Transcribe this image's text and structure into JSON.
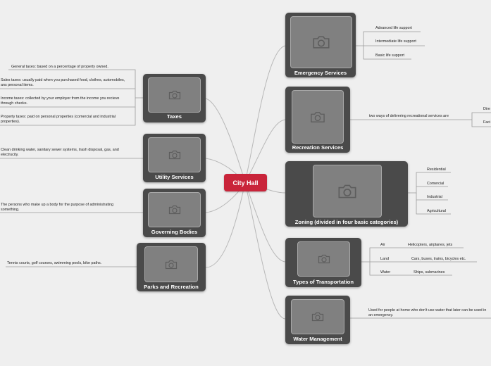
{
  "central": {
    "label": "City Hall"
  },
  "topics": {
    "taxes": {
      "label": "Taxes",
      "children": [
        "General taxes: based on a percentage of property owned.",
        "Sales taxes: usually paid when you purchased food, clothes, automobiles, ans personal items.",
        "Income taxes: collected by your employer from the income you recieve through checks.",
        "Property taxes: paid on personal properties (comercial and industrial properties)."
      ]
    },
    "utility": {
      "label": "Utility Services",
      "children": [
        "Clean drinking water, sanitary sewer systems, trash disposal, gas, and electrucity."
      ]
    },
    "governing": {
      "label": "Governing Bodies",
      "children": [
        "The persons who make up  a body for the purpose of administrating something."
      ]
    },
    "parks": {
      "label": "Parks and Recreation",
      "children": [
        "Tennis courts, golf courses, swimming pools, bike paths."
      ]
    },
    "emergency": {
      "label": "Emergency Services",
      "children": [
        "Advanced life support",
        "Intermediate life support",
        "Basic life support"
      ]
    },
    "recreation": {
      "label": "Recreation Services",
      "children": [
        "two ways of delivering recreational services are"
      ],
      "grandchildren": [
        "Dire",
        "Faci"
      ]
    },
    "zoning": {
      "label": "Zoning (divided in four basic categories)",
      "children": [
        "Residential",
        "Comercial",
        "Industrial",
        "Agricultural"
      ]
    },
    "transportation": {
      "label": "Types of Transportation",
      "children": [
        {
          "name": "Air",
          "detail": "Helicopters, airplanes, jets"
        },
        {
          "name": "Land",
          "detail": "Cars, buses, trains, bicycles etc."
        },
        {
          "name": "Water",
          "detail": "Ships, submarines"
        }
      ]
    },
    "water": {
      "label": "Water Management",
      "children": [
        "Used for people at home who don't use water that later can be used in an emergency."
      ]
    }
  },
  "colors": {
    "central": "#c9243a",
    "node": "#4a4a4a",
    "image": "#808080",
    "line": "#b5b5b5",
    "background": "#efefef"
  },
  "icons": {
    "image_placeholder": "camera-icon"
  }
}
